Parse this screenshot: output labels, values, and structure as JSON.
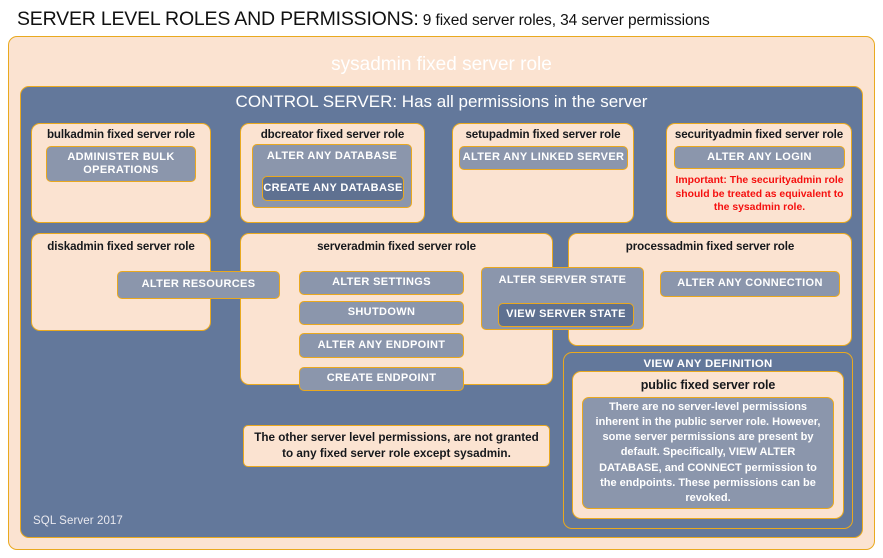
{
  "title": {
    "main": "SERVER LEVEL ROLES AND PERMISSIONS:",
    "sub": " 9 fixed server roles, 34 server permissions"
  },
  "sysadmin": {
    "label": "sysadmin  fixed  server  role"
  },
  "control_server": {
    "label": "CONTROL SERVER: Has all permissions in the server"
  },
  "roles": {
    "bulkadmin": {
      "label": "bulkadmin  fixed server role",
      "permissions": [
        "ADMINISTER  BULK OPERATIONS"
      ]
    },
    "dbcreator": {
      "label": "dbcreator fixed server role",
      "permissions": [
        "ALTER ANY DATABASE",
        "CREATE  ANY DATABASE"
      ]
    },
    "setupadmin": {
      "label": "setupadmin fixed server role",
      "permissions": [
        "ALTER ANY LINKED SERVER"
      ]
    },
    "securityadmin": {
      "label": "securityadmin  fixed server role",
      "permissions": [
        "ALTER ANY LOGIN"
      ],
      "warning": "Important:  The securityadmin role should  be treated as equivalent to the  sysadmin role."
    },
    "diskadmin": {
      "label": "diskadmin  fixed server role",
      "permissions": [
        "ALTER RESOURCES"
      ]
    },
    "serveradmin": {
      "label": "serveradmin fixed server role",
      "permissions": [
        "ALTER SETTINGS",
        "SHUTDOWN",
        "ALTER ANY ENDPOINT",
        "CREATE  ENDPOINT"
      ],
      "shared_permissions": [
        "ALTER SERVER STATE",
        "VIEW SERVER STATE"
      ]
    },
    "processadmin": {
      "label": "processadmin fixed server role",
      "permissions": [
        "ALTER ANY CONNECTION"
      ]
    },
    "public": {
      "view_any_definition": "VIEW ANY DEFINITION",
      "label": "public  fixed server role",
      "description": "There are no server-level permissions inherent in the public server role. However, some server permissions are present by default. Specifically, VIEW ALTER DATABASE, and CONNECT permission to the endpoints. These permissions can be revoked."
    }
  },
  "notes": {
    "other_permissions": "The other server level permissions,  are not granted to any fixed server role except sysadmin."
  },
  "footer": {
    "label": "SQL Server 2017"
  },
  "colors": {
    "peach": "#fbe3d1",
    "gold_border": "#e9a81f",
    "slate": "#63789b",
    "permission": "#8b96ac",
    "permission_dark": "#5f7191",
    "warning_red": "#f5100f"
  }
}
